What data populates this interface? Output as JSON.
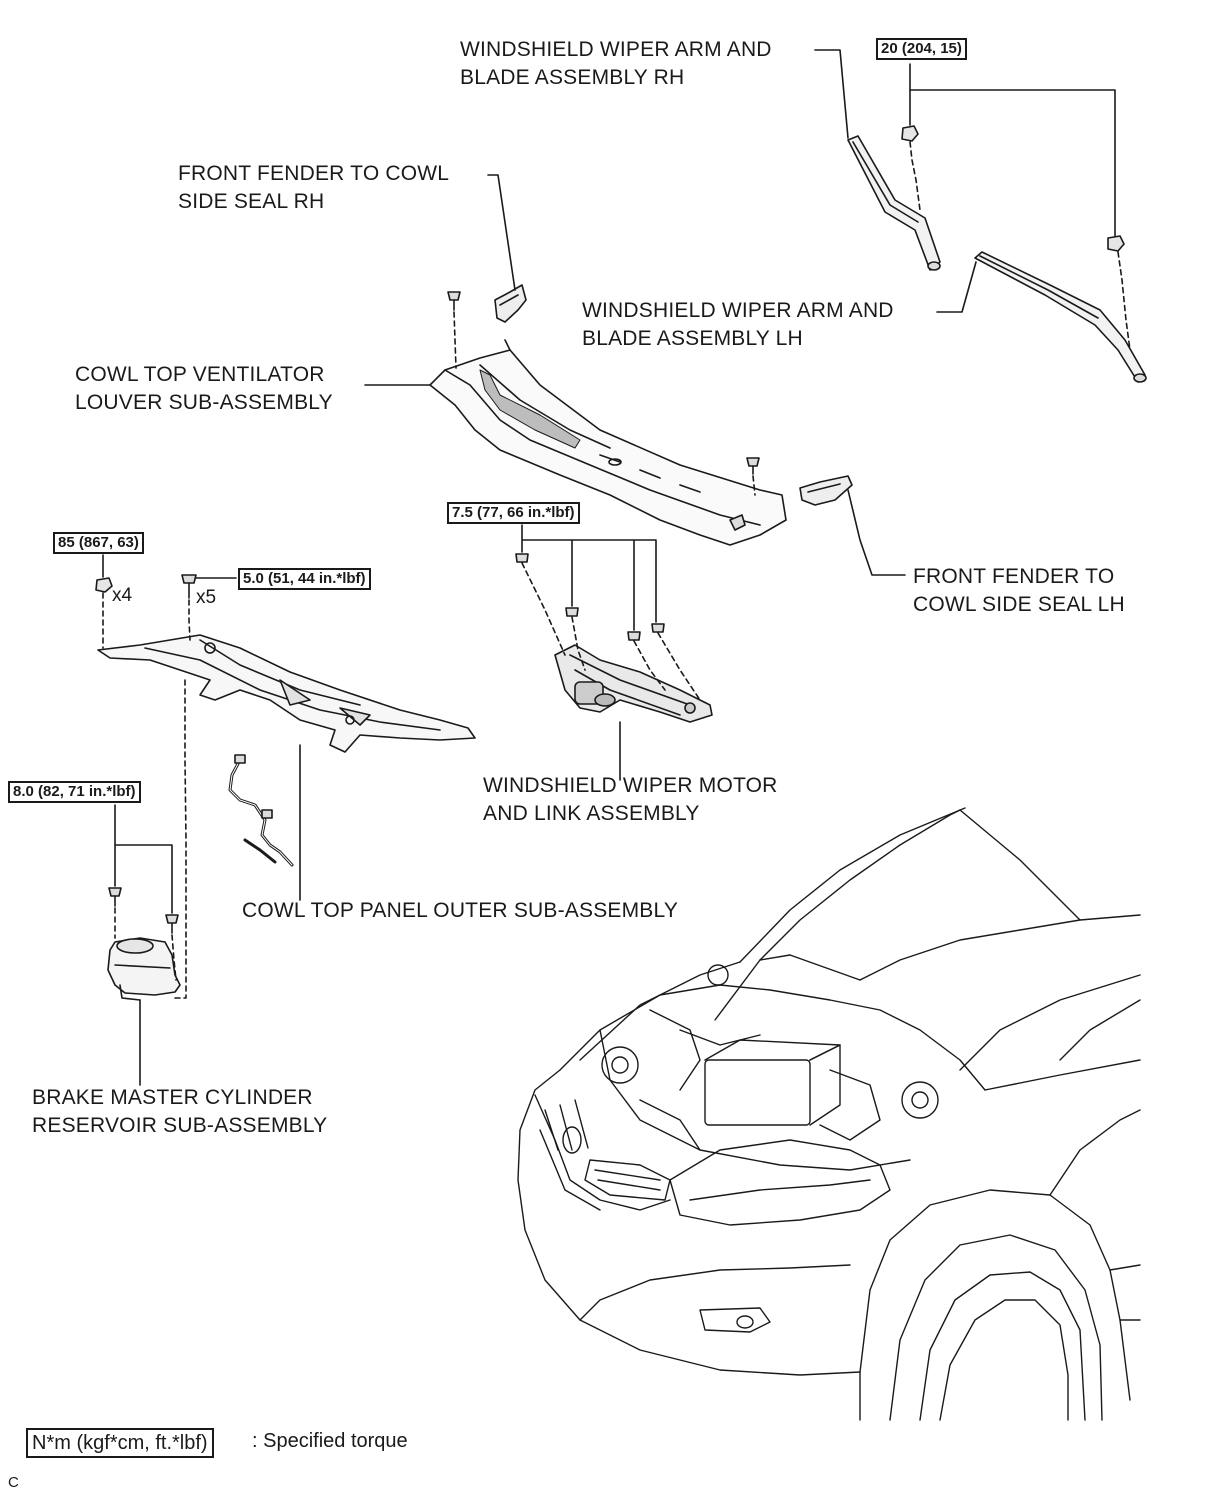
{
  "labels": {
    "wiper_rh": [
      "WINDSHIELD  WIPER ARM AND",
      "BLADE ASSEMBLY RH"
    ],
    "fender_seal_rh": [
      "FRONT FENDER TO COWL",
      "SIDE SEAL RH"
    ],
    "wiper_lh": [
      "WINDSHIELD  WIPER ARM AND",
      "BLADE ASSEMBLY LH"
    ],
    "louver": [
      "COWL TOP VENTILATOR",
      "LOUVER SUB-ASSEMBLY"
    ],
    "fender_seal_lh": [
      "FRONT FENDER TO",
      "COWL SIDE SEAL LH"
    ],
    "wiper_motor": [
      "WINDSHIELD WIPER MOTOR",
      "AND LINK ASSEMBLY"
    ],
    "cowl_outer": [
      "COWL TOP PANEL OUTER SUB-ASSEMBLY"
    ],
    "brake_reservoir": [
      "BRAKE MASTER CYLINDER",
      "RESERVOIR SUB-ASSEMBLY"
    ]
  },
  "torques": {
    "wiper_nut": "20 (204, 15)",
    "wiper_motor_bolt": "7.5 (77, 66 in.*lbf)",
    "cowl_nut": "85 (867, 63)",
    "cowl_bolt": "5.0 (51, 44 in.*lbf)",
    "reservoir_bolt": "8.0 (82, 71 in.*lbf)"
  },
  "quantities": {
    "cowl_nut_qty": "x4",
    "cowl_bolt_qty": "x5"
  },
  "legend": {
    "unit_box": "N*m (kgf*cm, ft.*lbf)",
    "description": ": Specified torque"
  },
  "figure_code": "C"
}
